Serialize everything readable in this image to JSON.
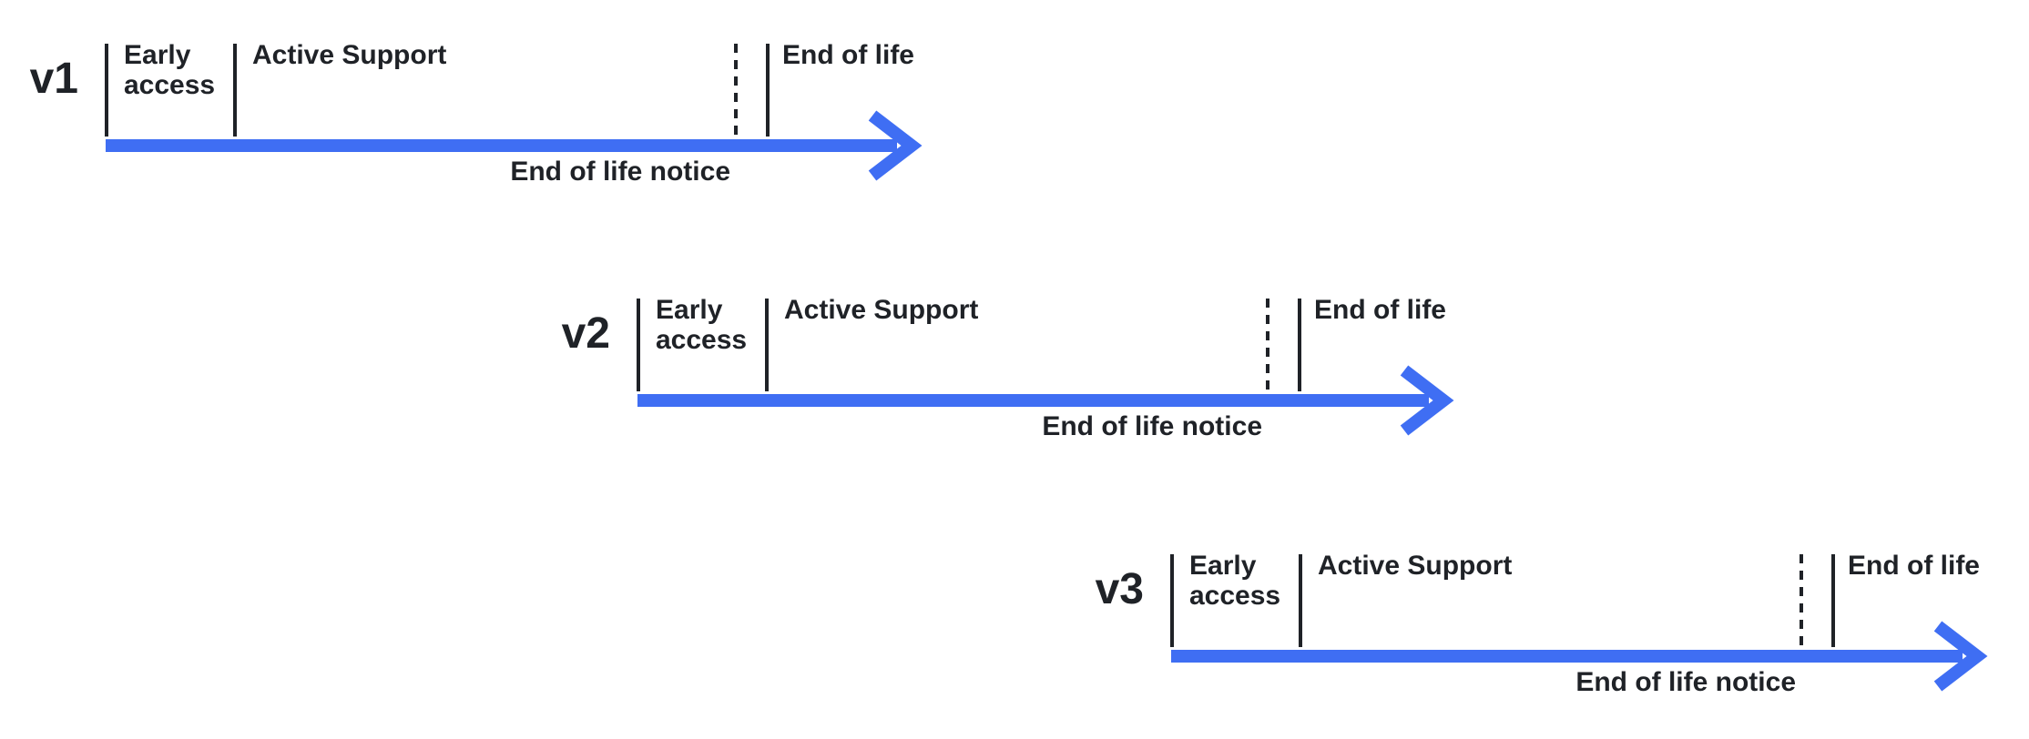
{
  "diagram": {
    "type": "release-lifecycle-timelines",
    "background_color": "#ffffff",
    "ink_color": "#1f2227",
    "arrow_color": "#3f6ef3",
    "timelines": [
      {
        "version": "v1",
        "early_access": "Early access",
        "active_support": "Active Support",
        "end_of_life": "End of life",
        "end_of_life_notice": "End of life notice"
      },
      {
        "version": "v2",
        "early_access": "Early access",
        "active_support": "Active Support",
        "end_of_life": "End of life",
        "end_of_life_notice": "End of life notice"
      },
      {
        "version": "v3",
        "early_access": "Early access",
        "active_support": "Active Support",
        "end_of_life": "End of life",
        "end_of_life_notice": "End of life notice"
      }
    ]
  }
}
